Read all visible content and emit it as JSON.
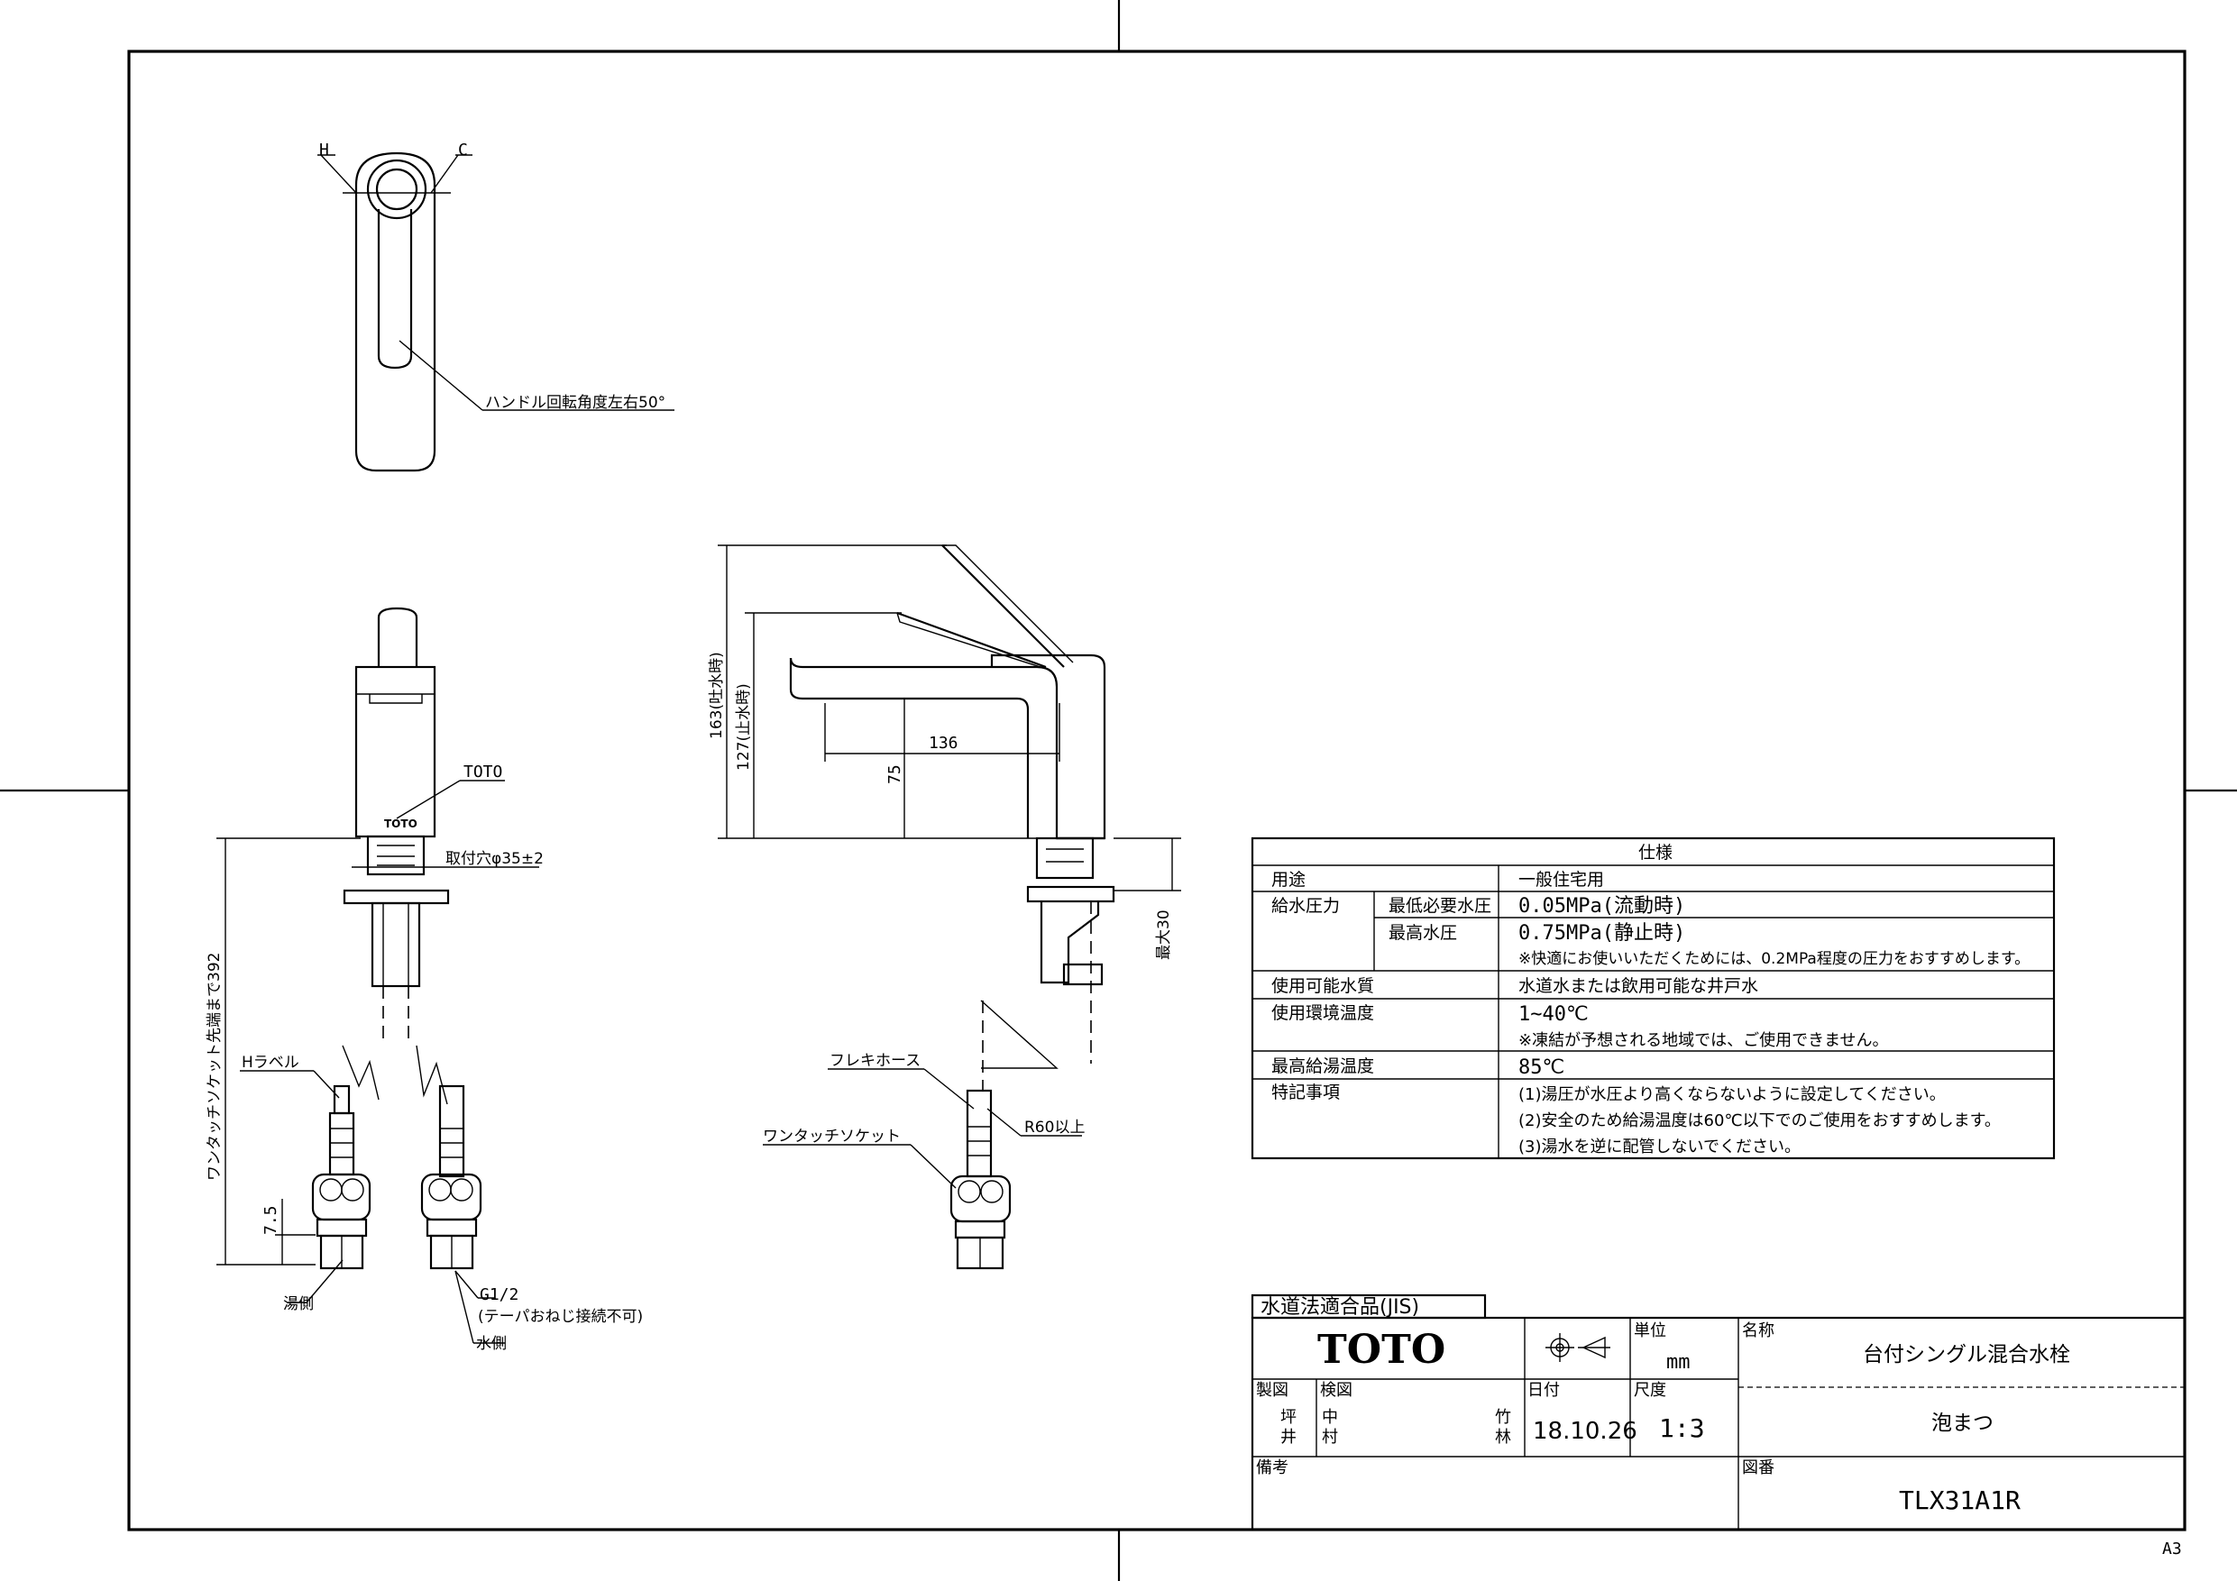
{
  "top_view": {
    "label_h": "H",
    "label_c": "C",
    "handle_rotation": "ハンドル回転角度左右50°"
  },
  "front_view": {
    "toto_mark": "TOTO",
    "toto_callout": "TOTO",
    "mount_hole": "取付穴φ35±2",
    "socket_length": "ワンタッチソケット先端まで392",
    "h_label": "Hラベル",
    "dim_7_5": "7.5",
    "hot_side": "湯側",
    "g_half": "G1/2",
    "taper_note": "(テーパおねじ接続不可)",
    "water_side": "水側"
  },
  "side_view": {
    "dim_163": "163(吐水時)",
    "dim_127": "127(止水時)",
    "dim_136": "136",
    "dim_75": "75",
    "dim_max30": "最大30",
    "flex_hose": "フレキホース",
    "r60": "R60以上",
    "one_touch_socket": "ワンタッチソケット"
  },
  "spec_table": {
    "title": "仕様",
    "rows": {
      "use_label": "用途",
      "use_value": "一般住宅用",
      "pressure_label": "給水圧力",
      "min_pressure_label": "最低必要水圧",
      "min_pressure_value": "0.05MPa(流動時)",
      "max_pressure_label": "最高水圧",
      "max_pressure_value": "0.75MPa(静止時)",
      "pressure_note": "※快適にお使いいただくためには、0.2MPa程度の圧力をおすすめします。",
      "water_quality_label": "使用可能水質",
      "water_quality_value": "水道水または飲用可能な井戸水",
      "env_temp_label": "使用環境温度",
      "env_temp_value": "1~40℃",
      "env_temp_note": "※凍結が予想される地域では、ご使用できません。",
      "max_hot_label": "最高給湯温度",
      "max_hot_value": "85℃",
      "notes_label": "特記事項",
      "note_1": "(1)湯圧が水圧より高くならないように設定してください。",
      "note_2": "(2)安全のため給湯温度は60℃以下でのご使用をおすすめします。",
      "note_3": "(3)湯水を逆に配管しないでください。"
    }
  },
  "title_block": {
    "jis": "水道法適合品(JIS)",
    "brand": "TOTO",
    "unit_label": "単位",
    "unit_value": "mm",
    "name_label": "名称",
    "name_value": "台付シングル混合水栓",
    "sub_name": "泡まつ",
    "drawn_label": "製図",
    "drawn_by_1": "坪",
    "drawn_by_2": "井",
    "checked_label": "検図",
    "checked_by_1": "中",
    "checked_by_2": "村",
    "checked_by_3": "竹",
    "checked_by_4": "林",
    "date_label": "日付",
    "date_value": "18.10.26",
    "scale_label": "尺度",
    "scale_value": "1:3",
    "remarks_label": "備考",
    "drawing_no_label": "図番",
    "drawing_no_value": "TLX31A1R"
  },
  "sheet_size": "A3"
}
